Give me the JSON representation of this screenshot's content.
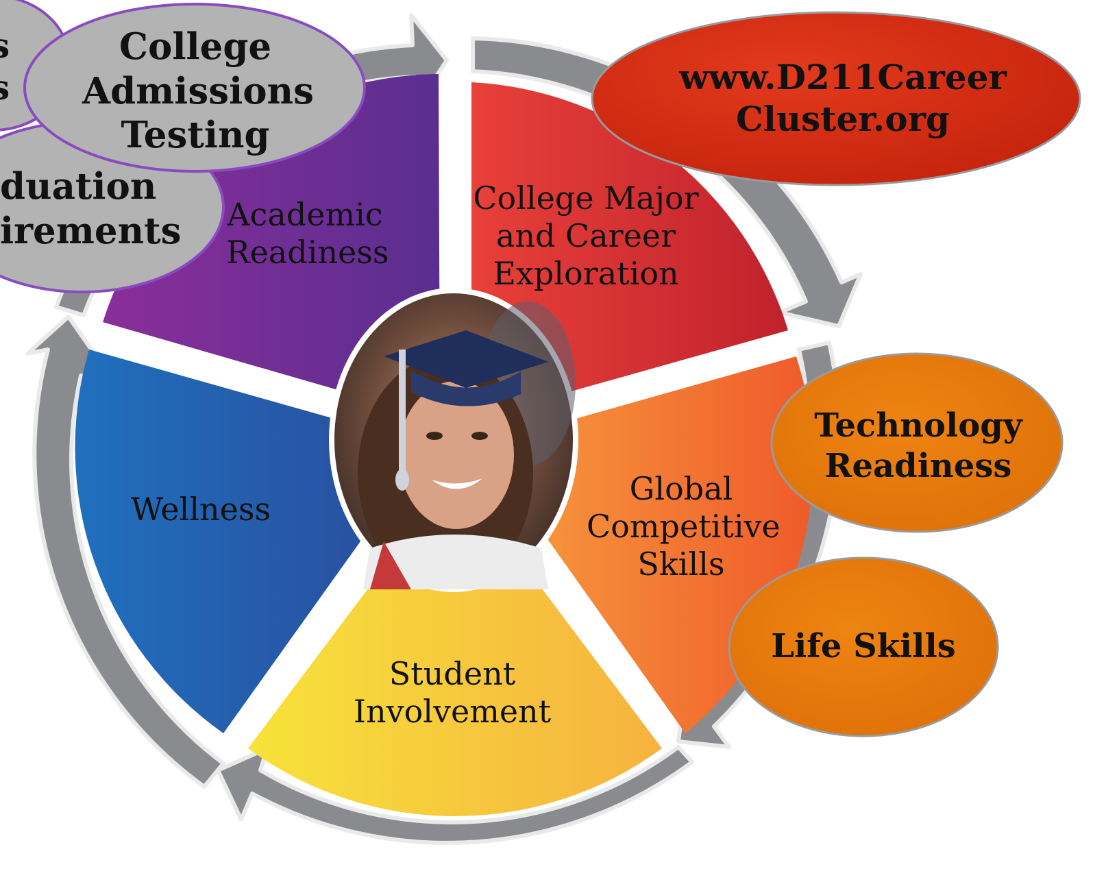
{
  "segments": [
    {
      "label": "Academic\nReadiness",
      "color_from": "#8a2e9a",
      "color_to": "#5a2e90"
    },
    {
      "label": "College Major\nand Career\nExploration",
      "color_from": "#e8403a",
      "color_to": "#c0222c"
    },
    {
      "label": "Global\nCompetitive\nSkills",
      "color_from": "#f7a040",
      "color_to": "#ef5a2a"
    },
    {
      "label": "Student\nInvolvement",
      "color_from": "#f7e23a",
      "color_to": "#f6b23f"
    },
    {
      "label": "Wellness",
      "color_from": "#2070be",
      "color_to": "#2a4a9a"
    }
  ],
  "bubbles": {
    "partial_top": "s\ns",
    "college_admissions": "College\nAdmissions\nTesting",
    "graduation": "duation\nirements",
    "website": "www.D211Career\nCluster.org",
    "technology": "Technology\nReadiness",
    "life_skills": "Life Skills"
  },
  "colors": {
    "arrow": "#8a8b8e",
    "arrow_edge": "#e9e9ea",
    "gray_bubble": "#b3b3b3",
    "purple_outline": "#8a4bc0",
    "red_bubble": "#d42a14",
    "orange_bubble": "#e67a0c"
  },
  "center_photo": {
    "subject": "graduate-photo"
  }
}
